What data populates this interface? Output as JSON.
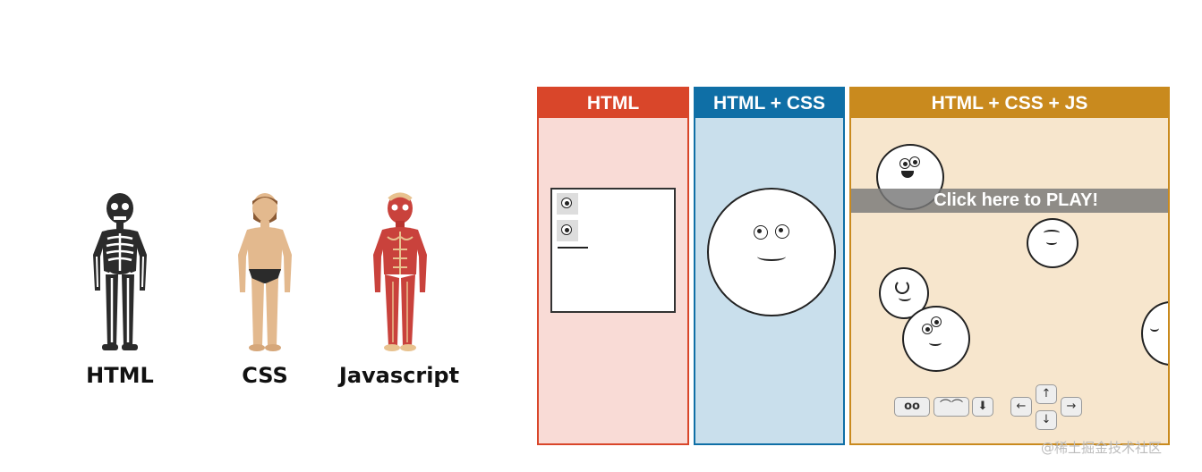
{
  "figures": [
    {
      "label": "HTML",
      "icon": "skeleton-icon"
    },
    {
      "label": "CSS",
      "icon": "human-body-icon"
    },
    {
      "label": "Javascript",
      "icon": "muscle-anatomy-icon"
    }
  ],
  "panels": {
    "html": {
      "title": "HTML",
      "color": "#d9462a"
    },
    "css": {
      "title": "HTML + CSS",
      "color": "#0f6fa6"
    },
    "js": {
      "title": "HTML + CSS + JS",
      "color": "#c98a1e",
      "play_label": "Click here to PLAY!"
    }
  },
  "controls": {
    "eyes": "oo",
    "mouth": "⌒⌒",
    "down": "⬇",
    "left": "←",
    "up": "↑",
    "down_arrow": "↓",
    "right": "→"
  },
  "watermark": "@稀土掘金技术社区"
}
